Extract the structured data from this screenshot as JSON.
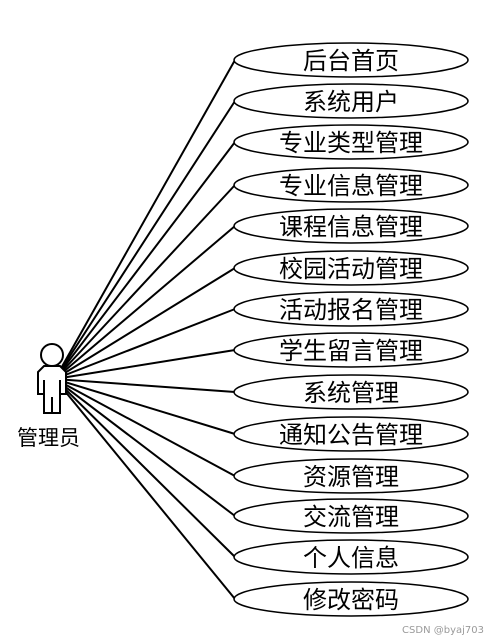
{
  "actor": {
    "label": "管理员",
    "icon": "person-icon"
  },
  "use_cases": [
    "后台首页",
    "系统用户",
    "专业类型管理",
    "专业信息管理",
    "课程信息管理",
    "校园活动管理",
    "活动报名管理",
    "学生留言管理",
    "系统管理",
    "通知公告管理",
    "资源管理",
    "交流管理",
    "个人信息",
    "修改密码"
  ],
  "watermark": "CSDN @byaj703",
  "colors": {
    "stroke": "#000000",
    "background": "#ffffff",
    "watermark": "#9a9a9a"
  }
}
